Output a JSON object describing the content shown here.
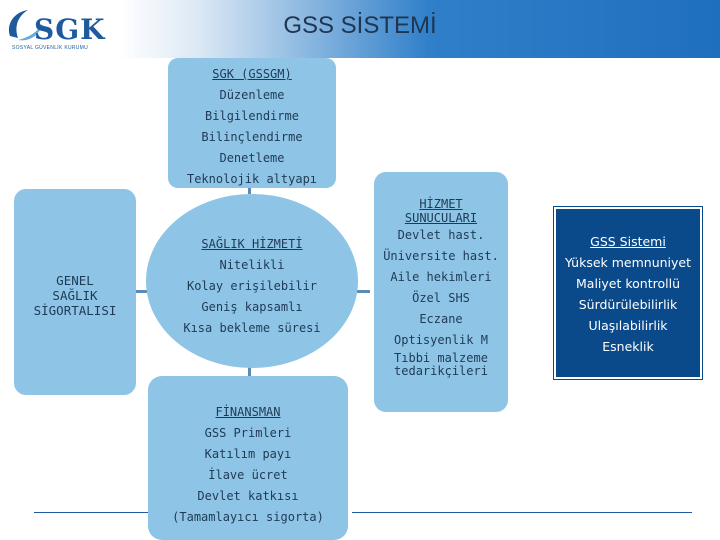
{
  "header": {
    "title": "GSS SİSTEMİ",
    "logo_text": "SGK",
    "logo_subtext": "SOSYAL GÜVENLİK KURUMU"
  },
  "boxes": {
    "sgk": {
      "heading": "SGK (GSSGM)",
      "lines": [
        "Düzenleme",
        "Bilgilendirme",
        "Bilinçlendirme",
        "Denetleme",
        "Teknolojik altyapı"
      ]
    },
    "genel_saglik": {
      "lines": [
        "GENEL",
        "SAĞLIK",
        "SİGORTALISI"
      ]
    },
    "saglik_hizmeti": {
      "heading": "SAĞLIK HİZMETİ",
      "lines": [
        "Nitelikli",
        "Kolay erişilebilir",
        "Geniş kapsamlı",
        "Kısa bekleme süresi"
      ]
    },
    "hizmet_sunuculari": {
      "heading_1": "HİZMET",
      "heading_2": "SUNUCULARI",
      "lines": [
        "Devlet hast.",
        "Üniversite hast.",
        "Aile hekimleri",
        "Özel SHS",
        "Eczane",
        "Optisyenlik  M",
        "Tıbbi malzeme",
        "tedarikçileri"
      ]
    },
    "finansman": {
      "heading": "FİNANSMAN",
      "lines": [
        "GSS Primleri",
        "Katılım payı",
        "İlave ücret",
        "Devlet katkısı",
        "(Tamamlayıcı sigorta)"
      ]
    },
    "gss_sistemi": {
      "heading": "GSS Sistemi",
      "lines": [
        "Yüksek memnuniyet",
        "Maliyet kontrollü",
        "Sürdürülebilirlik",
        "Ulaşılabilirlik",
        "Esneklik"
      ]
    }
  },
  "colors": {
    "box_fill": "#8ec5e6",
    "gss_box_fill": "#0b4a8a",
    "title_band": "#1f6fbf",
    "text_dark": "#1f3a55"
  }
}
